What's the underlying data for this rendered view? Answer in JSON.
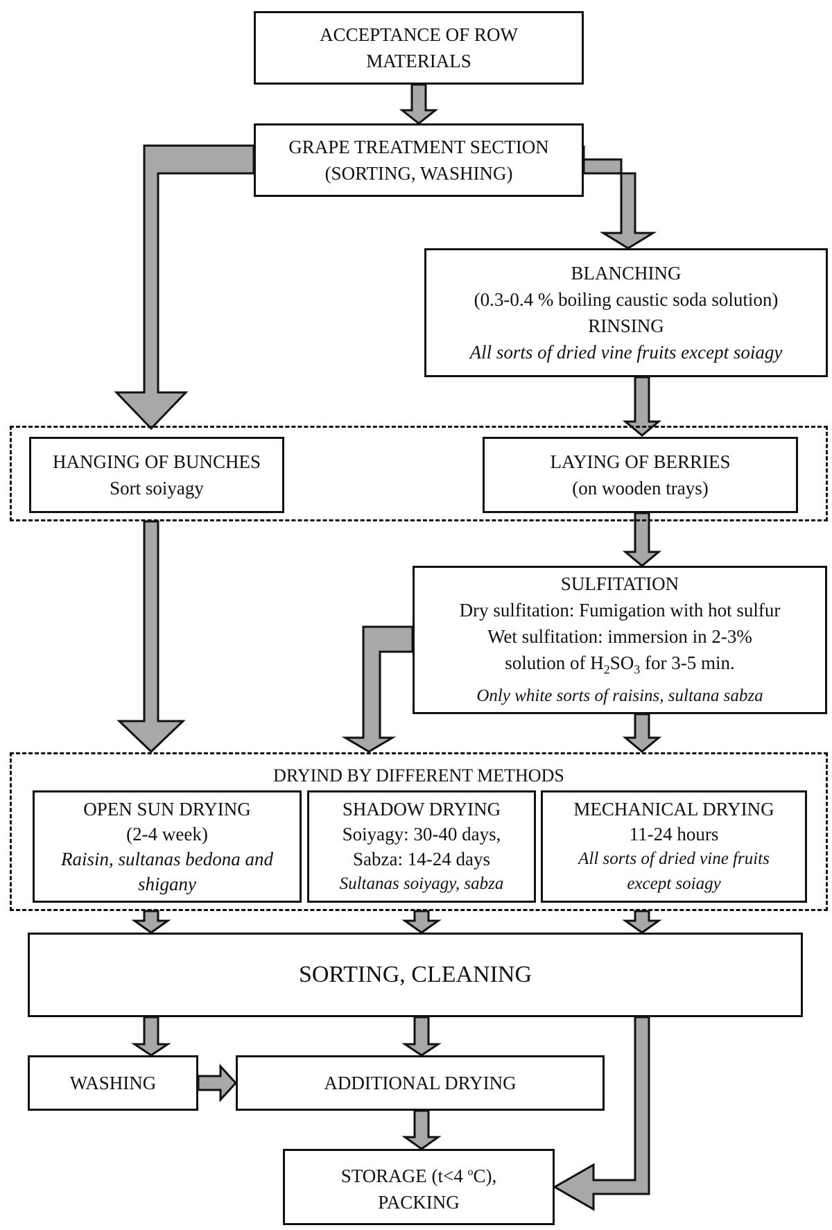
{
  "colors": {
    "arrow_fill": "#a8a8a8",
    "stroke": "#111111",
    "background": "#ffffff"
  },
  "nodes": {
    "acceptance": {
      "lines": [
        "ACCEPTANCE OF ROW",
        "MATERIALS"
      ]
    },
    "treatment": {
      "lines": [
        "GRAPE TREATMENT SECTION",
        "(SORTING, WASHING)"
      ]
    },
    "blanching": {
      "title": "BLANCHING",
      "detail": "(0.3-0.4 % boiling caustic soda solution)",
      "rinsing": "RINSING",
      "note": "All sorts of dried vine fruits except soiagy"
    },
    "hanging": {
      "title": "HANGING OF BUNCHES",
      "detail": "Sort soiyagy"
    },
    "laying": {
      "title": "LAYING OF BERRIES",
      "detail": "(on wooden trays)"
    },
    "sulfitation": {
      "title": "SULFITATION",
      "dry": "Dry sulfitation: Fumigation with hot sulfur",
      "wet": "Wet sulfitation: immersion in 2-3%",
      "wet_solution_pre": "solution of H",
      "wet_sub1": "2",
      "wet_mid": "SO",
      "wet_sub2": "3",
      "wet_solution_post": " for 3-5 min.",
      "note": "Only white sorts of raisins, sultana sabza"
    },
    "drying_group": {
      "title": "DRYIND BY DIFFERENT METHODS"
    },
    "open_sun": {
      "title": "OPEN SUN DRYING",
      "detail": "(2-4 week)",
      "note1": "Raisin, sultanas bedona and",
      "note2": "shigany"
    },
    "shadow": {
      "title": "SHADOW DRYING",
      "detail1": "Soiyagy: 30-40 days,",
      "detail2": "Sabza: 14-24 days",
      "note": "Sultanas soiyagy, sabza"
    },
    "mechanical": {
      "title": "MECHANICAL DRYING",
      "detail": "11-24 hours",
      "note1": "All sorts of dried vine fruits",
      "note2": "except soiagy"
    },
    "sorting": {
      "title": "SORTING, CLEANING"
    },
    "washing": {
      "title": "WASHING"
    },
    "additional": {
      "title": "ADDITIONAL DRYING"
    },
    "storage": {
      "line1_pre": "STORAGE (t<4 ",
      "deg": "o",
      "line1_post": "C),",
      "line2": "PACKING"
    }
  }
}
